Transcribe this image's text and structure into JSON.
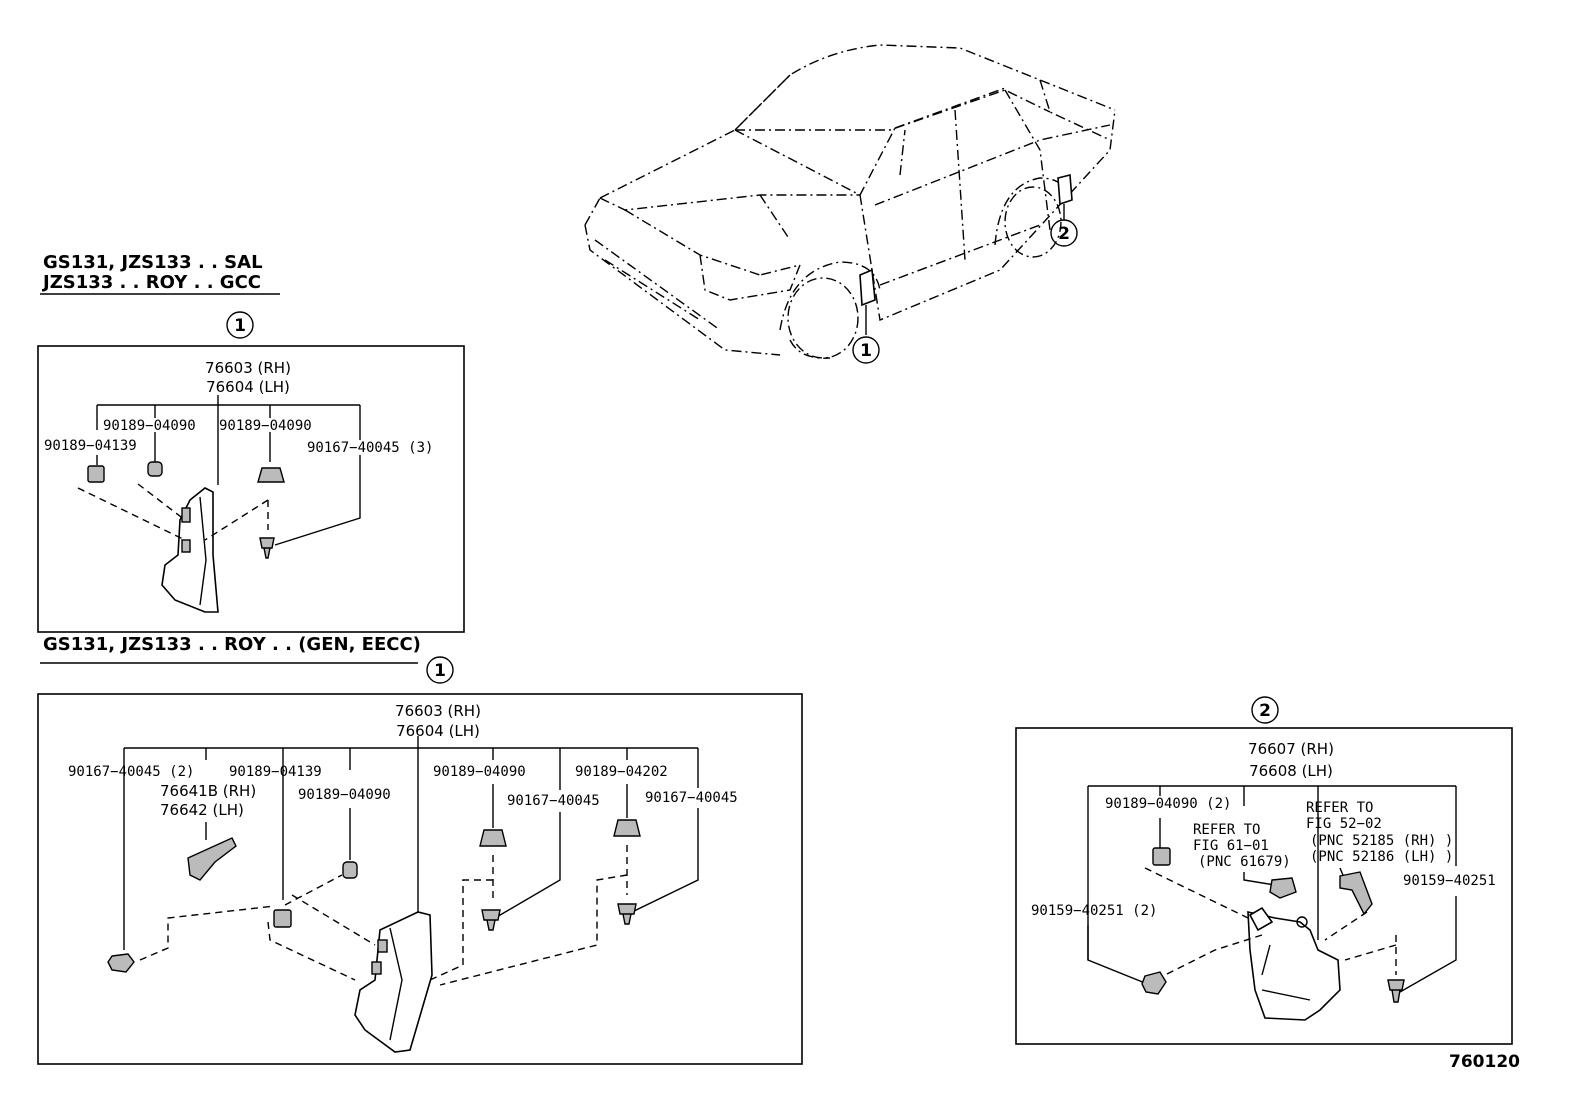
{
  "car_callouts": [
    "1",
    "2"
  ],
  "section_a": {
    "header_line1": "GS131, JZS133 . . SAL",
    "header_line2": "JZS133 . . ROY . . GCC",
    "callout": "1",
    "assembly_rh": "76603 (RH)",
    "assembly_lh": "76604 (LH)",
    "part_a": "90189−04139",
    "part_b": "90189−04090",
    "part_c": "90189−04090",
    "part_d": "90167−40045 (3)"
  },
  "section_b": {
    "header": "GS131, JZS133 . . ROY . . (GEN, EECC)",
    "callout": "1",
    "assembly_rh": "76603 (RH)",
    "assembly_lh": "76604 (LH)",
    "part_a": "90167−40045 (2)",
    "part_b": "90189−04139",
    "part_c_rh": "76641B (RH)",
    "part_c_lh": "76642   (LH)",
    "part_d": "90189−04090",
    "part_e": "90189−04090",
    "part_f": "90167−40045",
    "part_g": "90189−04202",
    "part_h": "90167−40045"
  },
  "section_c": {
    "callout": "2",
    "assembly_rh": "76607 (RH)",
    "assembly_lh": "76608 (LH)",
    "part_a": "90189−04090 (2)",
    "refer1_line1": "REFER  TO",
    "refer1_line2": "FIG  61−01",
    "refer1_line3": "(PNC  61679)",
    "refer2_line1": "REFER  TO",
    "refer2_line2": "FIG  52−02",
    "refer2_line3": "(PNC  52185 (RH) )",
    "refer2_line4": "(PNC  52186 (LH) )",
    "part_b": "90159−40251 (2)",
    "part_c": "90159−40251"
  },
  "figure_number": "760120"
}
